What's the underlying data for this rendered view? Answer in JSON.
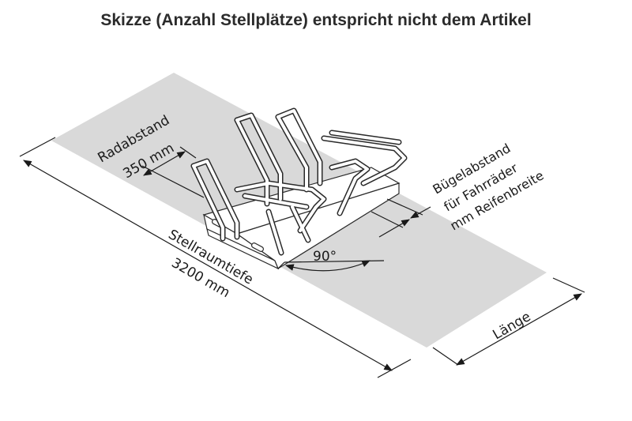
{
  "title": "Skizze (Anzahl Stellplätze) entspricht nicht dem Artikel",
  "labels": {
    "radabstand": "Radabstand",
    "radabstand_value": "350 mm",
    "buegelabstand_line1": "Bügelabstand",
    "buegelabstand_line2": "für Fahrräder",
    "buegelabstand_line3": "mm Reifenbreite",
    "angle": "90°",
    "stellraumtiefe": "Stellraumtiefe",
    "stellraumtiefe_value": "3200 mm",
    "laenge": "Länge"
  },
  "colors": {
    "floor": "#d8d8d8",
    "rack_fill": "#ffffff",
    "rack_stroke": "#2a2a2a",
    "dimension_line": "#1a1a1a"
  }
}
